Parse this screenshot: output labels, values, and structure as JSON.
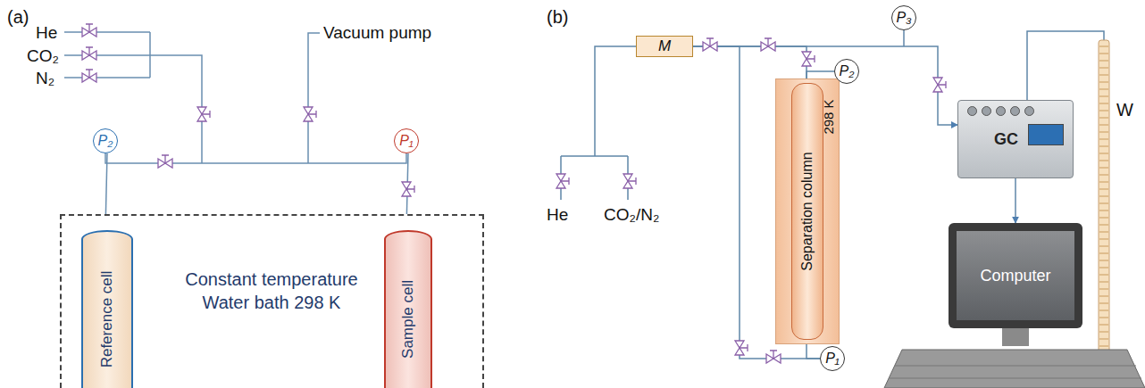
{
  "diagram": {
    "nodes": [
      {
        "text": [
          "Constant temperature Water bath 298 K"
        ]
      },
      {
        "text": [
          "Reference cell"
        ],
        "in": 0
      },
      {
        "text": [
          "Sample cell"
        ],
        "in": 0
      },
      {
        "text": [
          "P₂"
        ]
      },
      {
        "text": [
          "P₁"
        ]
      },
      {
        "text": [
          "M"
        ]
      },
      {
        "text": [
          "P₃"
        ]
      },
      {
        "text": [
          "298 K"
        ]
      },
      {
        "text": [
          "Separation column"
        ],
        "in": 7
      },
      {
        "text": [
          "P₂"
        ]
      },
      {
        "text": [
          "P₁"
        ]
      },
      {
        "text": [
          "GC"
        ]
      },
      {
        "text": [
          "Computer"
        ]
      }
    ],
    "edges": [
      {
        "from": 3,
        "to": 1,
        "arrow": "none"
      },
      {
        "from": 4,
        "to": 2,
        "arrow": "none"
      },
      {
        "from": 3,
        "to": 4,
        "arrow": "none"
      },
      {
        "from": 5,
        "to": 8,
        "arrow": "none"
      },
      {
        "from": 9,
        "to": 8,
        "arrow": "none"
      },
      {
        "from": 8,
        "to": 10,
        "arrow": "none"
      },
      {
        "from": 5,
        "to": 11,
        "arrow": "to"
      },
      {
        "from": 11,
        "to": 12,
        "arrow": "to"
      },
      {
        "from": 5,
        "to": 10,
        "arrow": "none"
      }
    ],
    "labels": [
      "(a)",
      "He",
      "CO₂",
      "N₂",
      "Vacuum pump",
      "(b)",
      "He",
      "CO₂/N₂",
      "W"
    ]
  }
}
